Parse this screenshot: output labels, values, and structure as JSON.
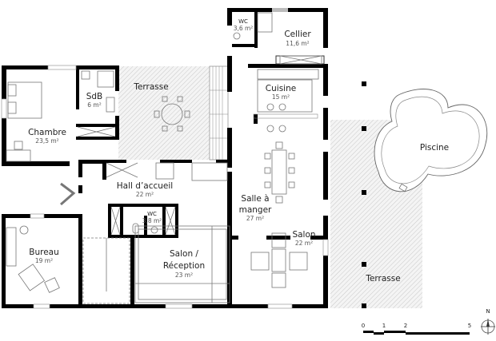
{
  "rooms": [
    {
      "name": "WC",
      "area": "3,6 m²"
    },
    {
      "name": "Cellier",
      "area": "11,6 m²"
    },
    {
      "name": "SdB",
      "area": "6 m²"
    },
    {
      "name": "Terrasse"
    },
    {
      "name": "Cuisine",
      "area": "15 m²"
    },
    {
      "name": "Chambre",
      "area": "23,5 m²"
    },
    {
      "name": "Piscine"
    },
    {
      "name": "Hall d’accueil",
      "area": "22 m²"
    },
    {
      "name": "Salle à",
      "name2": "manger",
      "area": "27 m²"
    },
    {
      "name": "WC",
      "area": "3,8 m²"
    },
    {
      "name": "Salon",
      "area": "22 m²"
    },
    {
      "name": "Bureau",
      "area": "19 m²"
    },
    {
      "name": "Salon /",
      "name2": "Réception",
      "area": "23 m²"
    },
    {
      "name": "Terrasse"
    }
  ],
  "scale": {
    "ticks": [
      "0",
      "1",
      "2",
      "5"
    ]
  },
  "compass": {
    "label": "N"
  },
  "colors": {
    "wall": "#000000",
    "hatch": "#bbbbbb",
    "furniture": "#777777"
  }
}
